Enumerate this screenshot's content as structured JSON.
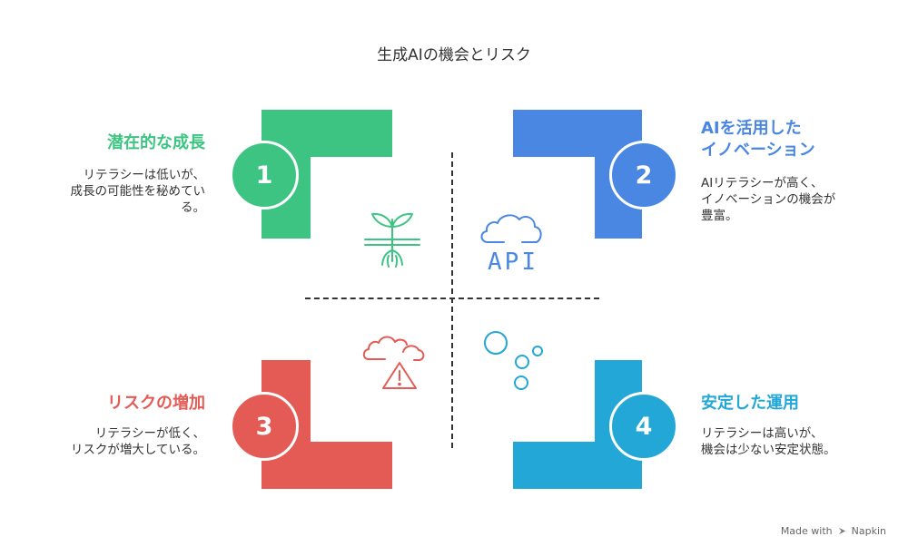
{
  "title": "生成AIの機会とリスク",
  "colors": {
    "q1": "#3EC482",
    "q2": "#4A87E3",
    "q3": "#E45B55",
    "q4": "#22A7D6"
  },
  "quadrants": [
    {
      "number": "1",
      "title_lines": [
        "潜在的な成長"
      ],
      "desc_lines": [
        "リテラシーは低いが、",
        "成長の可能性を秘めてい",
        "る。"
      ],
      "icon": "plant-icon"
    },
    {
      "number": "2",
      "title_lines": [
        "AIを活用した",
        "イノベーション"
      ],
      "desc_lines": [
        "AIリテラシーが高く、",
        "イノベーションの機会が",
        "豊富。"
      ],
      "icon": "cloud-api-icon",
      "icon_text": "API"
    },
    {
      "number": "3",
      "title_lines": [
        "リスクの増加"
      ],
      "desc_lines": [
        "リテラシーが低く、",
        "リスクが増大している。"
      ],
      "icon": "cloud-warning-icon"
    },
    {
      "number": "4",
      "title_lines": [
        "安定した運用"
      ],
      "desc_lines": [
        "リテラシーは高いが、",
        "機会は少ない安定状態。"
      ],
      "icon": "bubbles-icon"
    }
  ],
  "footer": {
    "text": "Made with",
    "brand": "Napkin"
  }
}
